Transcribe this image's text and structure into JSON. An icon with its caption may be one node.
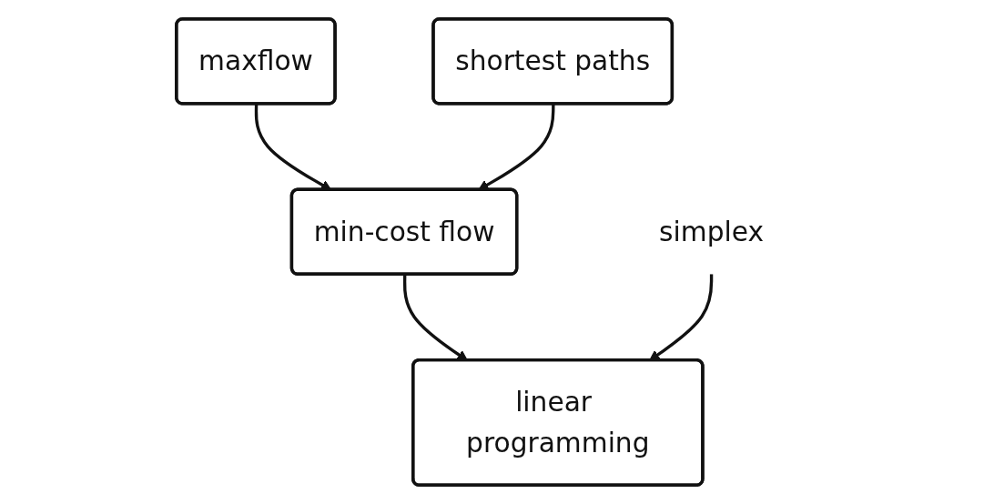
{
  "diagram": {
    "nodes": [
      {
        "text": [
          "maxflow"
        ]
      },
      {
        "text": [
          "shortest paths"
        ]
      },
      {
        "text": [
          "min-cost flow"
        ]
      },
      {
        "text": [
          "linear programming"
        ]
      },
      {
        "text": [
          "simplex"
        ]
      }
    ],
    "edges": [
      {
        "from": 0,
        "to": 2,
        "arrow": "to"
      },
      {
        "from": 1,
        "to": 2,
        "arrow": "to"
      },
      {
        "from": 2,
        "to": 3,
        "arrow": "to"
      },
      {
        "from": 4,
        "to": 3,
        "arrow": "to"
      }
    ]
  }
}
